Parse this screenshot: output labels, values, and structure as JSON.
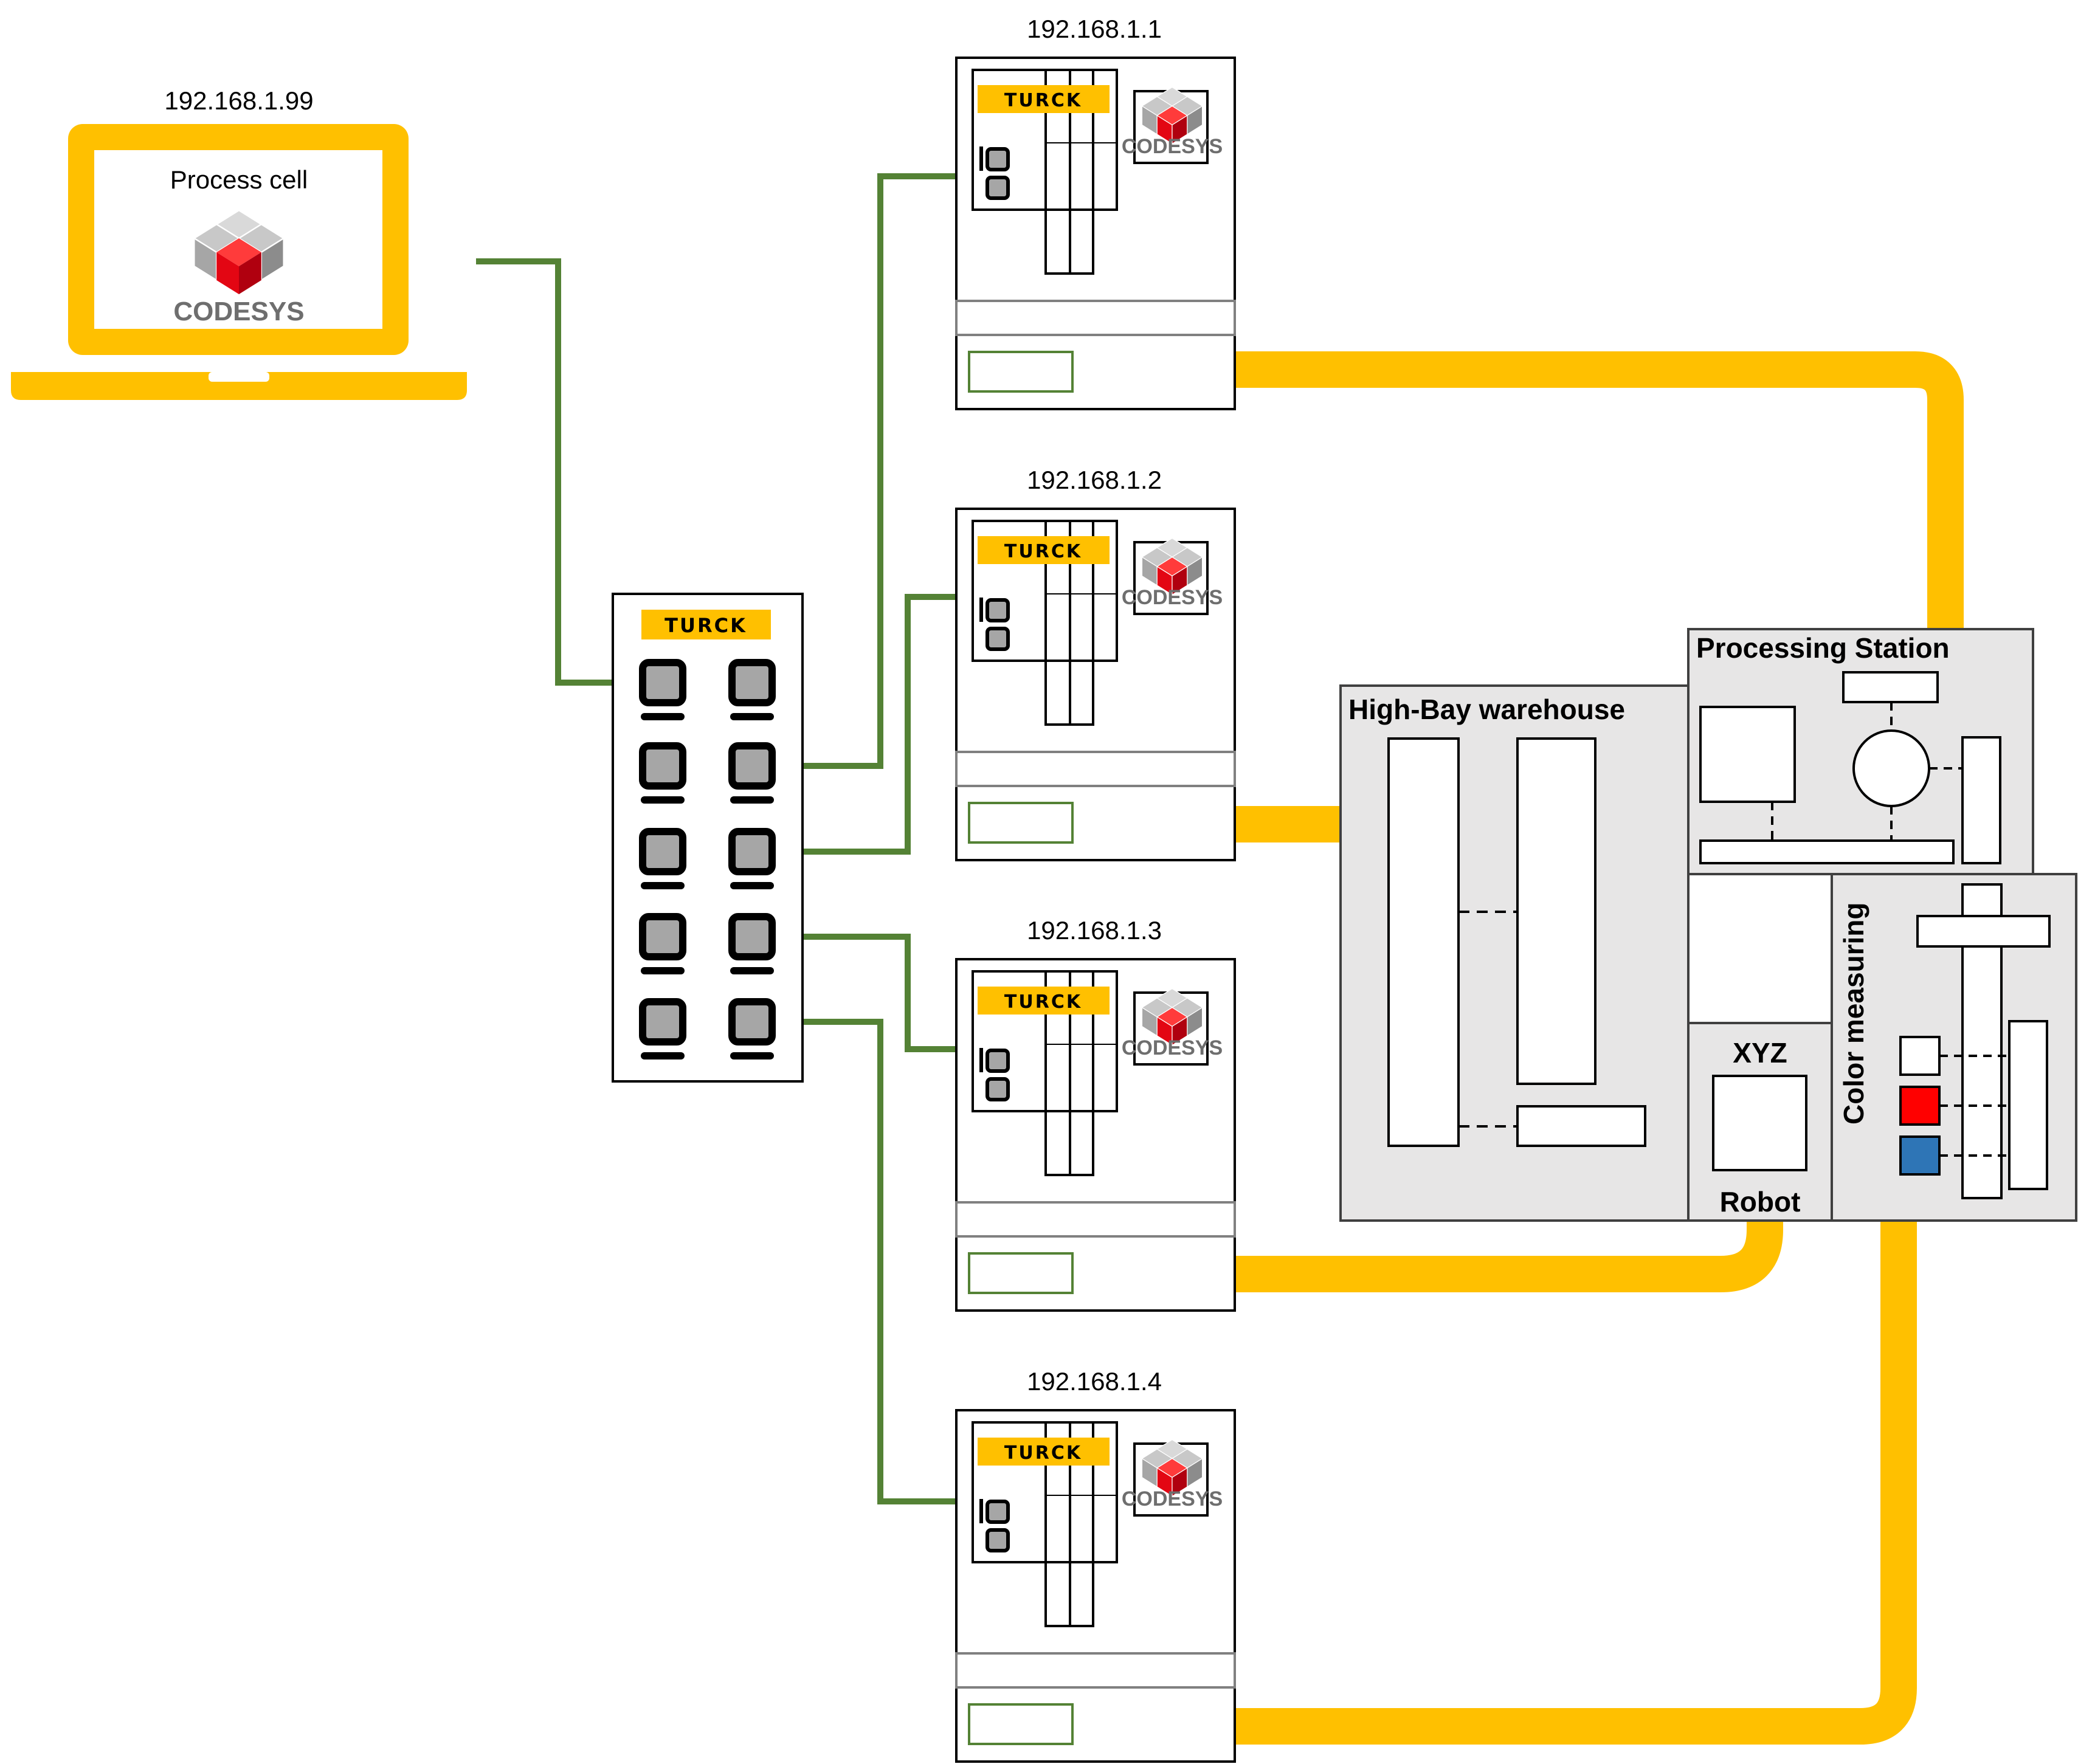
{
  "colors": {
    "yellow": "#FFC000",
    "green": "#548235",
    "station_fill": "#E7E6E6",
    "frame": "#000000",
    "divider": "#808080",
    "codesys_red": "#E30613",
    "codesys_gray": "#8C8C8C",
    "white_sample": "#FFFFFF",
    "red_sample": "#FF0000",
    "blue_sample": "#2E75B6"
  },
  "laptop": {
    "ip": "192.168.1.99",
    "title": "Process cell",
    "logo_text": "CODESYS",
    "icon": "laptop-icon"
  },
  "switch": {
    "brand": "TURCK",
    "ports": 10,
    "icon": "ethernet-switch-icon"
  },
  "controllers": [
    {
      "ip": "192.168.1.1",
      "brand": "TURCK",
      "logo_text": "CODESYS",
      "io_label": "IO"
    },
    {
      "ip": "192.168.1.2",
      "brand": "TURCK",
      "logo_text": "CODESYS",
      "io_label": "IO"
    },
    {
      "ip": "192.168.1.3",
      "brand": "TURCK",
      "logo_text": "CODESYS",
      "io_label": "IO"
    },
    {
      "ip": "192.168.1.4",
      "brand": "TURCK",
      "logo_text": "CODESYS",
      "io_label": "IO"
    }
  ],
  "stations": {
    "high_bay": "High-Bay warehouse",
    "processing": "Processing Station",
    "robot_top": "XYZ",
    "robot_bottom": "Robot",
    "color": "Color measuring"
  }
}
